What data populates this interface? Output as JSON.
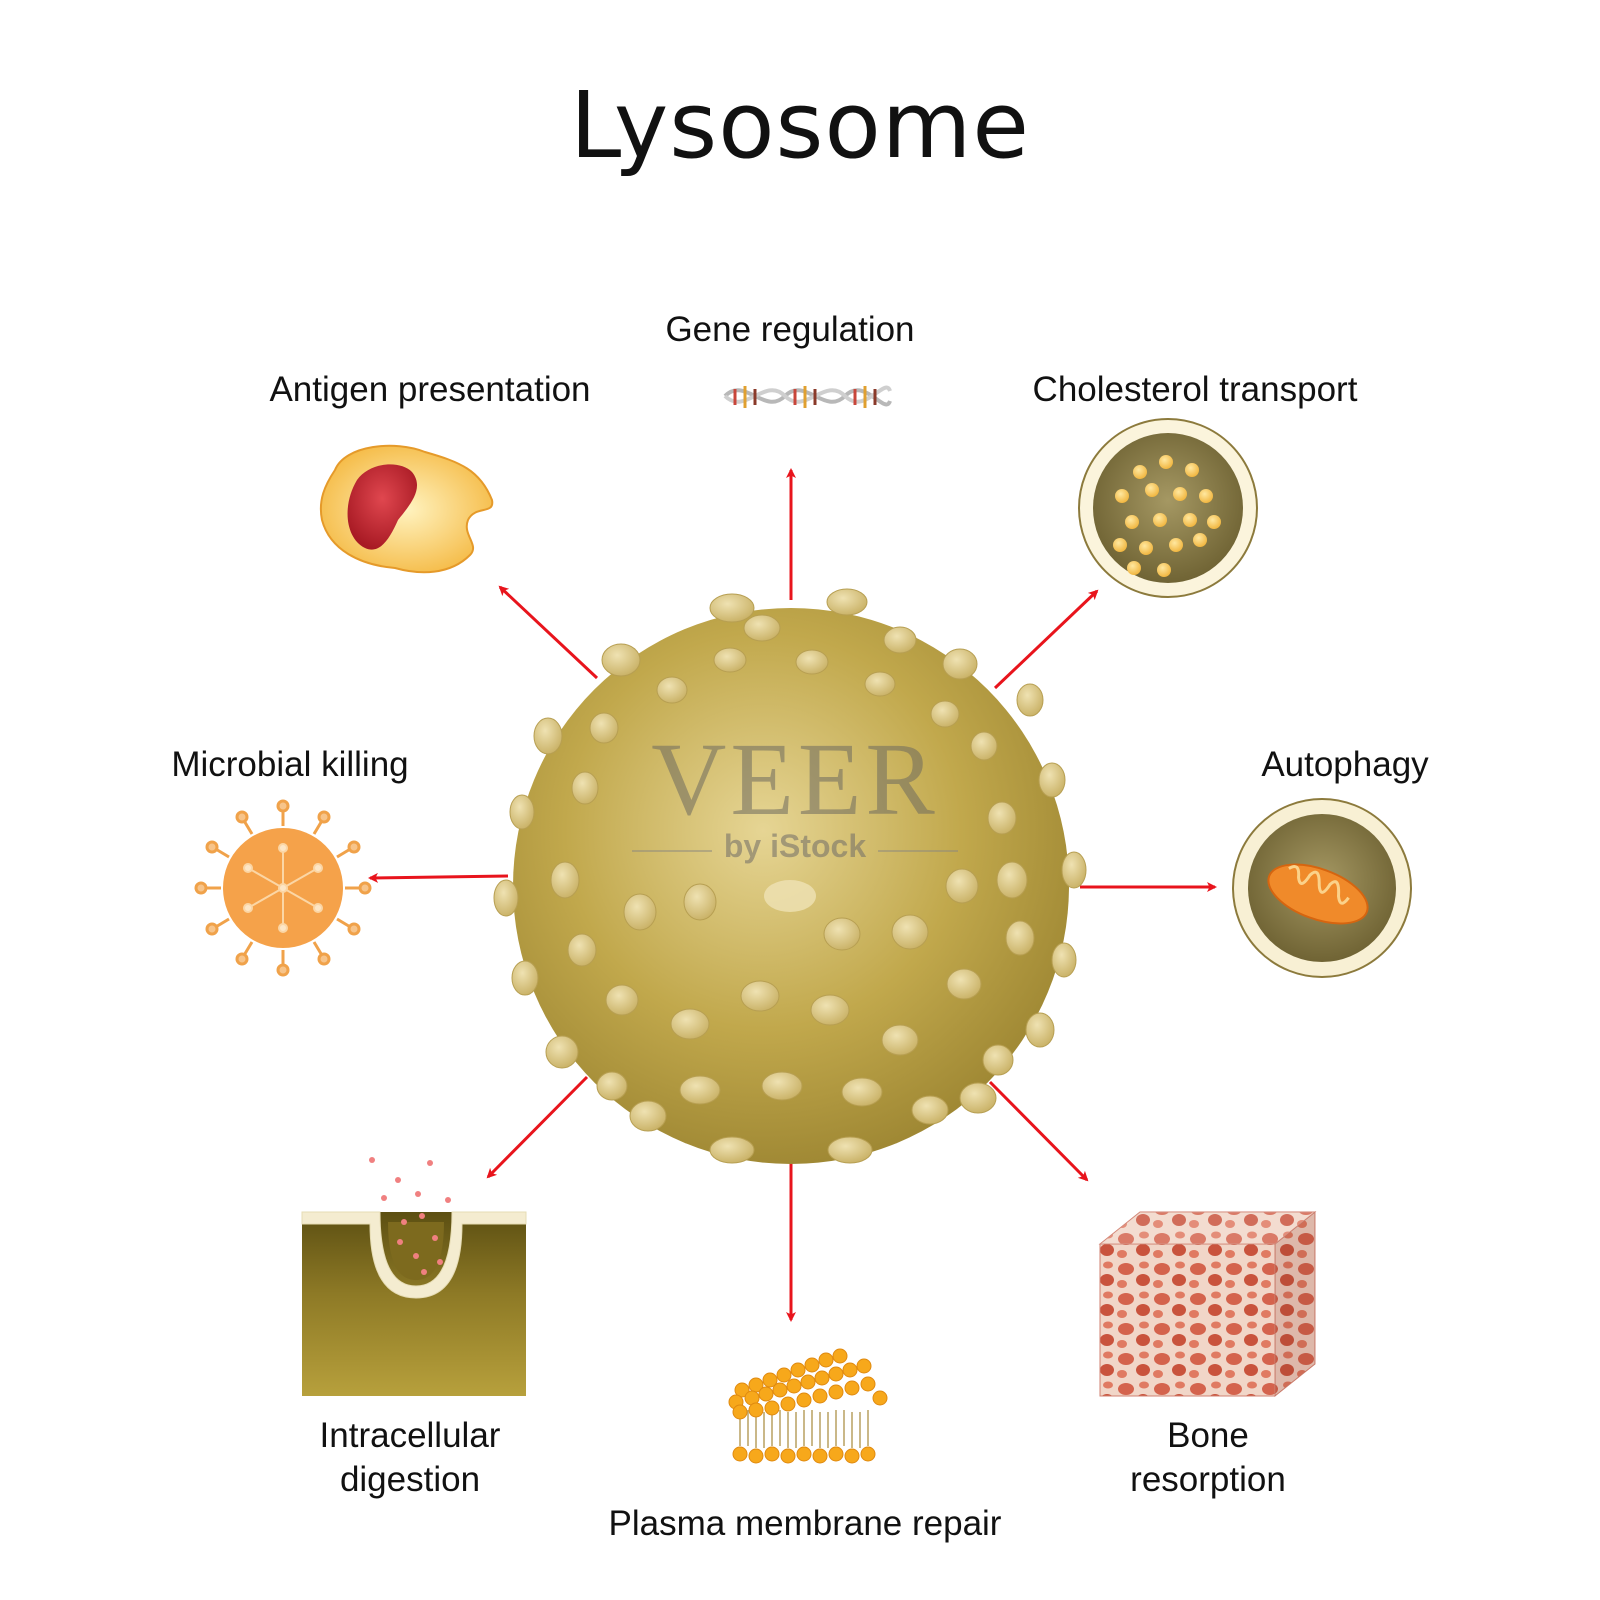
{
  "title": "Lysosome",
  "labels": {
    "gene_regulation": "Gene regulation",
    "antigen_presentation": "Antigen presentation",
    "cholesterol_transport": "Cholesterol transport",
    "microbial_killing": "Microbial killing",
    "autophagy": "Autophagy",
    "intracellular_digestion_line1": "Intracellular",
    "intracellular_digestion_line2": "digestion",
    "plasma_membrane_repair": "Plasma membrane repair",
    "bone_resorption_line1": "Bone",
    "bone_resorption_line2": "resorption"
  },
  "watermark": {
    "brand": "VEER",
    "sub": "by iStock"
  },
  "colors": {
    "arrow": "#e8141c",
    "lysosome_body": "#b39a3a",
    "lysosome_bump": "#d8c27e",
    "microbe": "#f5a24a",
    "bone": "#e8806a",
    "membrane_head": "#f7a81b"
  },
  "icons": [
    "lysosome-sphere",
    "dna-icon",
    "antigen-presenting-cell-icon",
    "cholesterol-vesicle-icon",
    "virus-icon",
    "autophagosome-mitochondrion-icon",
    "endocytosis-pit-icon",
    "lipid-bilayer-icon",
    "bone-cube-icon"
  ]
}
